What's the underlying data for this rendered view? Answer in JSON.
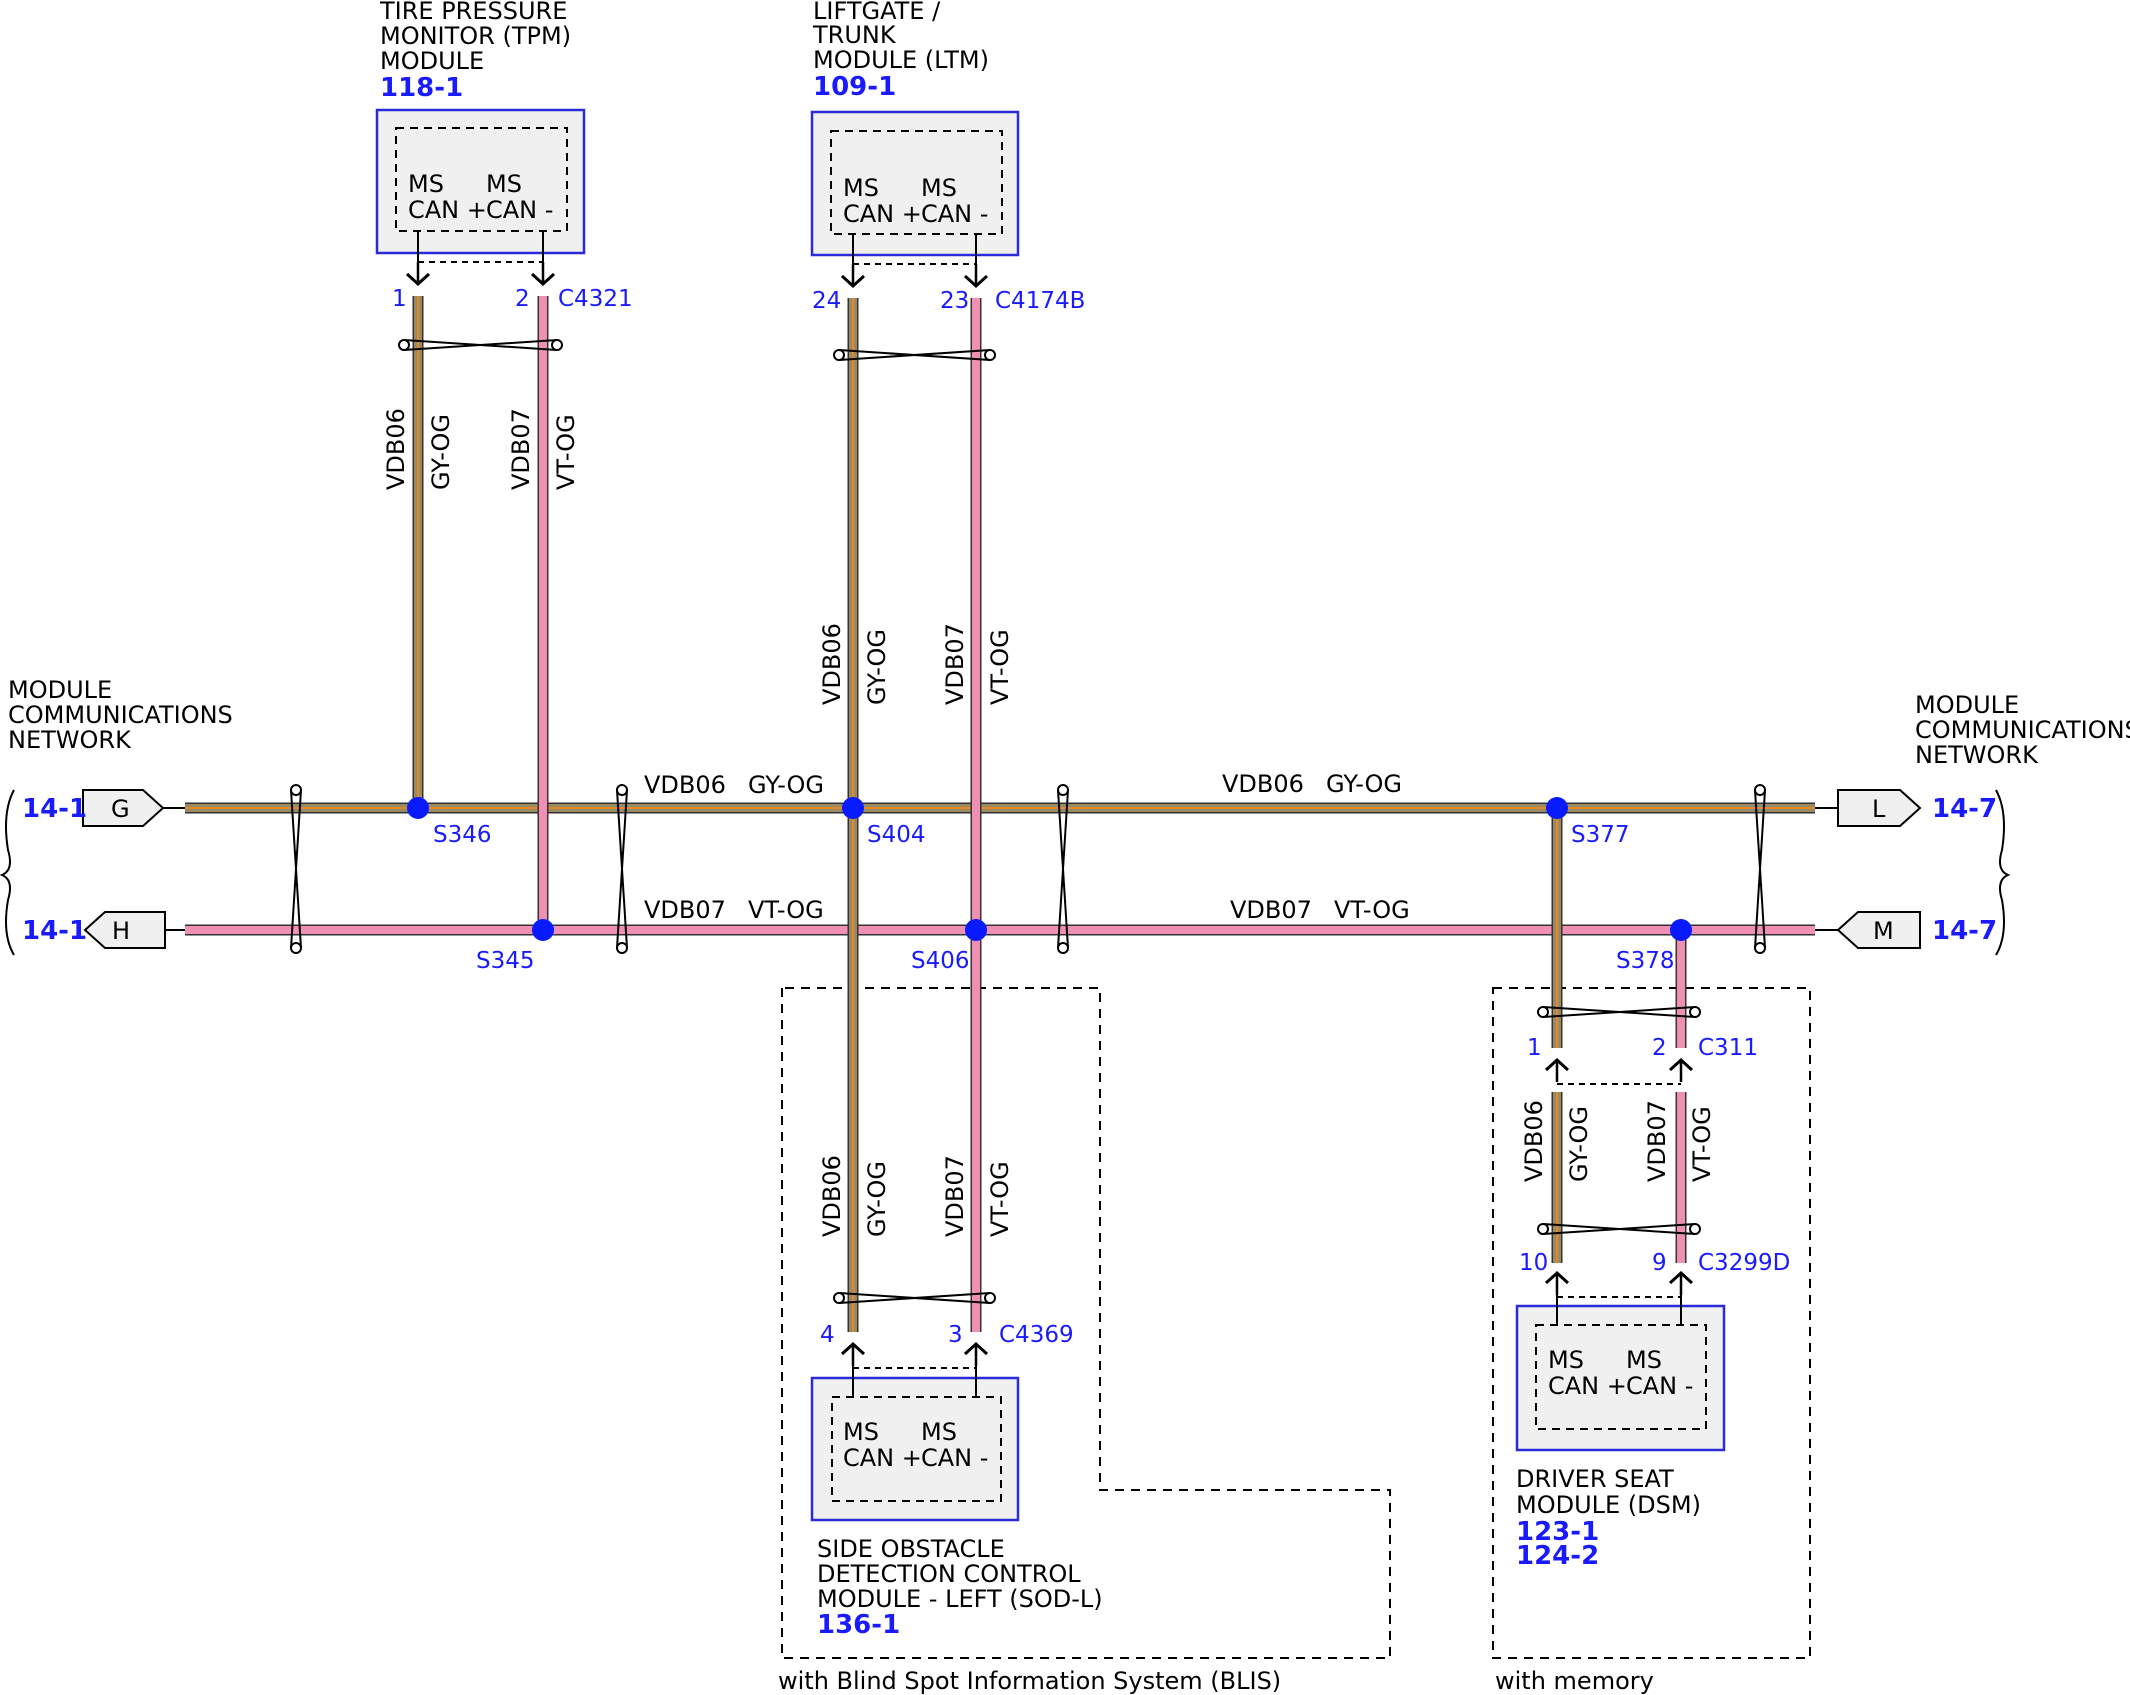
{
  "colors": {
    "module_border": "#2a2adb",
    "module_fill": "#f0f0f0",
    "splice": "#0a1aff",
    "pin_text": "#1a1aff",
    "wire_gy_og_core": "#9a8a63",
    "wire_gy_og_stripe": "#e08a2a",
    "wire_vt_og": "#ef8fb4"
  },
  "modules": {
    "tpm": {
      "title_lines": [
        "TIRE PRESSURE",
        "MONITOR (TPM)",
        "MODULE"
      ],
      "ref": "118-1",
      "pin_plus": [
        "MS",
        "CAN +"
      ],
      "pin_minus": [
        "MS",
        "CAN -"
      ],
      "connector": "C4321",
      "pin_a": "1",
      "pin_b": "2"
    },
    "ltm": {
      "title_lines": [
        "LIFTGATE /",
        "TRUNK",
        "MODULE (LTM)"
      ],
      "ref": "109-1",
      "pin_plus": [
        "MS",
        "CAN +"
      ],
      "pin_minus": [
        "MS",
        "CAN -"
      ],
      "connector": "C4174B",
      "pin_a": "24",
      "pin_b": "23"
    },
    "sod": {
      "title_lines": [
        "SIDE OBSTACLE",
        "DETECTION CONTROL",
        "MODULE - LEFT (SOD-L)"
      ],
      "ref": "136-1",
      "pin_plus": [
        "MS",
        "CAN +"
      ],
      "pin_minus": [
        "MS",
        "CAN -"
      ],
      "connector": "C4369",
      "pin_a": "4",
      "pin_b": "3"
    },
    "dsm": {
      "title_lines": [
        "DRIVER SEAT",
        "MODULE (DSM)"
      ],
      "refs": [
        "123-1",
        "124-2"
      ],
      "pin_plus": [
        "MS",
        "CAN +"
      ],
      "pin_minus": [
        "MS",
        "CAN -"
      ],
      "connector": "C3299D",
      "pin_a": "10",
      "pin_b": "9",
      "inline_connector": "C311",
      "inline_pin_a": "1",
      "inline_pin_b": "2"
    }
  },
  "network": {
    "left_title": [
      "MODULE",
      "COMMUNICATIONS",
      "NETWORK"
    ],
    "right_title": [
      "MODULE",
      "COMMUNICATIONS",
      "NETWORK"
    ],
    "left_ref_top": "14-1",
    "left_ref_bottom": "14-1",
    "right_ref_top": "14-7",
    "right_ref_bottom": "14-7",
    "left_conn_top": "G",
    "left_conn_bottom": "H",
    "right_conn_top": "L",
    "right_conn_bottom": "M"
  },
  "wires": {
    "can_hi_circuit": "VDB06",
    "can_hi_color": "GY-OG",
    "can_lo_circuit": "VDB07",
    "can_lo_color": "VT-OG"
  },
  "splices": {
    "s346": "S346",
    "s404": "S404",
    "s377": "S377",
    "s345": "S345",
    "s406": "S406",
    "s378": "S378"
  },
  "options": {
    "blis": "with Blind Spot Information System (BLIS)",
    "memory": "with memory"
  }
}
